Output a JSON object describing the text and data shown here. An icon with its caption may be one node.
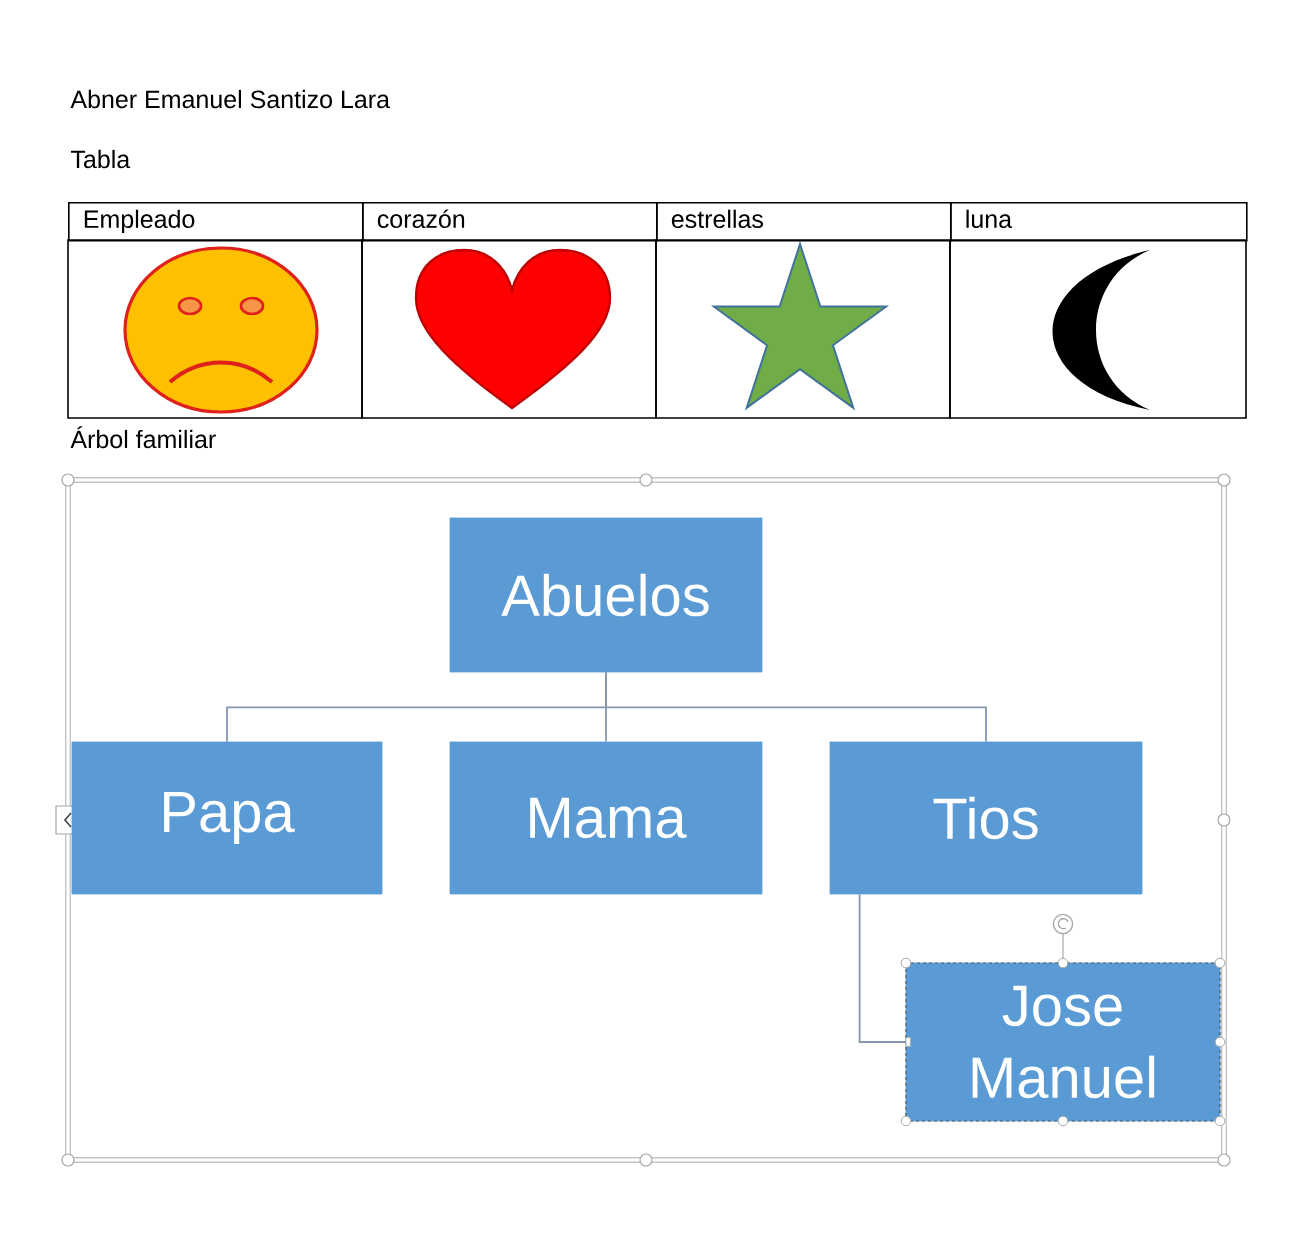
{
  "diagram": {
    "nodes": [
      {
        "text": [
          "Abuelos"
        ]
      },
      {
        "text": [
          "Papa"
        ]
      },
      {
        "text": [
          "Mama"
        ]
      },
      {
        "text": [
          "Tios"
        ]
      },
      {
        "text": [
          "Jose Manuel"
        ]
      }
    ],
    "edges": [
      {
        "from": 0,
        "to": 1,
        "arrow": "none"
      },
      {
        "from": 0,
        "to": 2,
        "arrow": "none"
      },
      {
        "from": 0,
        "to": 3,
        "arrow": "none"
      },
      {
        "from": 3,
        "to": 4,
        "arrow": "none"
      }
    ],
    "labels": [
      "Abner Emanuel Santizo Lara",
      "Tabla",
      "Empleado",
      "corazón",
      "estrellas",
      "luna",
      "Árbol familiar"
    ]
  }
}
